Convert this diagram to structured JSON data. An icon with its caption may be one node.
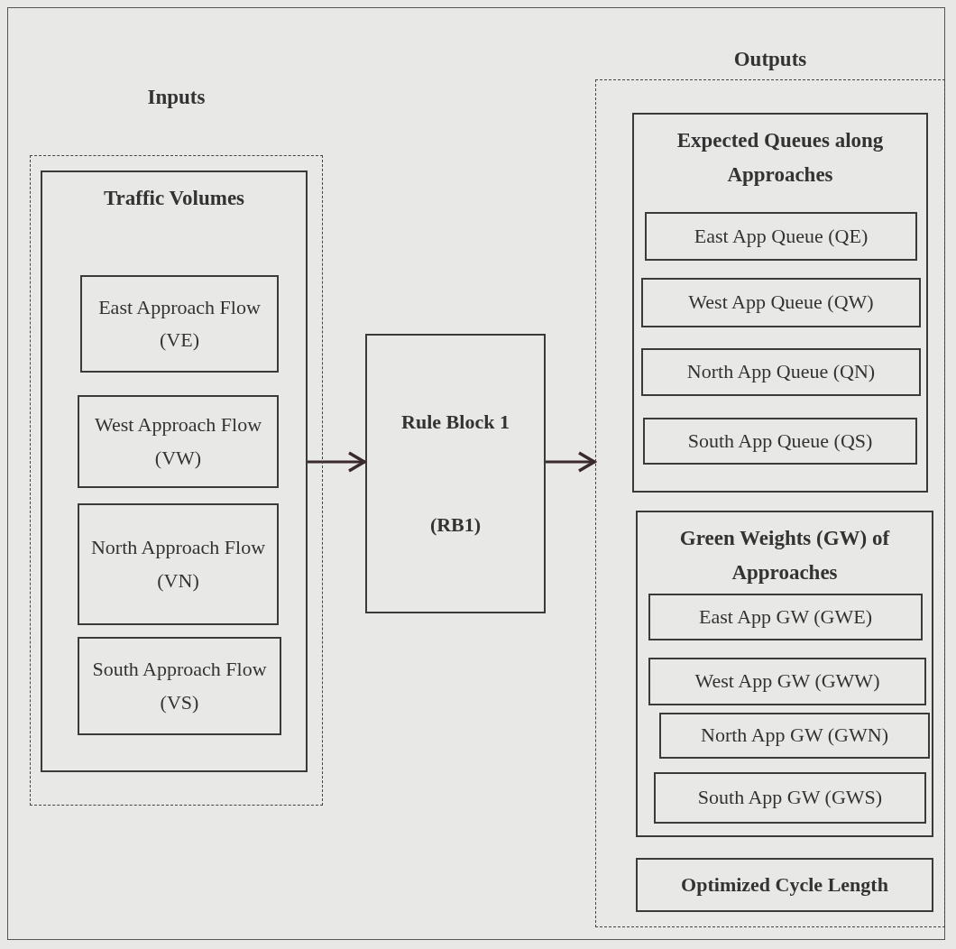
{
  "diagram": {
    "nodes": [
      {
        "text": [
          "Inputs"
        ]
      },
      {
        "text": [
          "Traffic Volumes"
        ],
        "in": 0
      },
      {
        "text": [
          "East Approach Flow (VE)"
        ],
        "in": 1
      },
      {
        "text": [
          "West Approach Flow (VW)"
        ],
        "in": 1
      },
      {
        "text": [
          "North Approach Flow (VN)"
        ],
        "in": 1
      },
      {
        "text": [
          "South Approach Flow (VS)"
        ],
        "in": 1
      },
      {
        "text": [
          "Rule Block 1",
          "(RB1)"
        ]
      },
      {
        "text": [
          "Outputs"
        ]
      },
      {
        "text": [
          "Expected Queues along Approaches"
        ],
        "in": 7
      },
      {
        "text": [
          "East App Queue (QE)"
        ],
        "in": 8
      },
      {
        "text": [
          "West App Queue (QW)"
        ],
        "in": 8
      },
      {
        "text": [
          "North App Queue (QN)"
        ],
        "in": 8
      },
      {
        "text": [
          "South App Queue (QS)"
        ],
        "in": 8
      },
      {
        "text": [
          "Green Weights (GW) of Approaches"
        ],
        "in": 7
      },
      {
        "text": [
          "East App GW (GWE)"
        ],
        "in": 13
      },
      {
        "text": [
          "West App GW (GWW)"
        ],
        "in": 13
      },
      {
        "text": [
          "North App GW (GWN)"
        ],
        "in": 13
      },
      {
        "text": [
          "South App GW (GWS)"
        ],
        "in": 13
      },
      {
        "text": [
          "Optimized Cycle Length"
        ],
        "in": 7
      }
    ],
    "edges": [
      {
        "from": 1,
        "to": 6,
        "arrow": "to"
      },
      {
        "from": 6,
        "to": 7,
        "arrow": "to"
      }
    ]
  }
}
